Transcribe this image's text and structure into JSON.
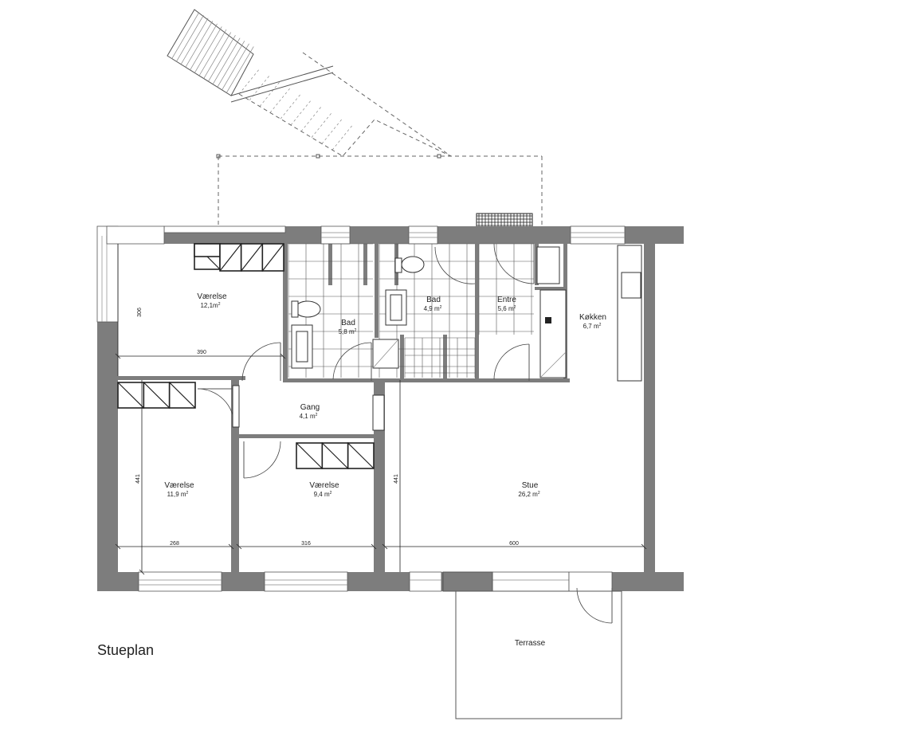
{
  "title": "Stueplan",
  "rooms": [
    {
      "name": "Værelse",
      "area": "12,1m",
      "sup": "2"
    },
    {
      "name": "Bad",
      "area": "5,8 m",
      "sup": "2"
    },
    {
      "name": "Bad",
      "area": "4,9 m",
      "sup": "2"
    },
    {
      "name": "Entre",
      "area": "5,6 m",
      "sup": "2"
    },
    {
      "name": "Køkken",
      "area": "6,7 m",
      "sup": "2"
    },
    {
      "name": "Gang",
      "area": "4,1 m",
      "sup": "2"
    },
    {
      "name": "Værelse",
      "area": "11,9 m",
      "sup": "2"
    },
    {
      "name": "Værelse",
      "area": "9,4 m",
      "sup": "2"
    },
    {
      "name": "Stue",
      "area": "26,2 m",
      "sup": "2"
    },
    {
      "name": "Terrasse",
      "area": "",
      "sup": ""
    }
  ],
  "dimensions": {
    "top_room_height": "306",
    "top_room_width": "390",
    "lower_height_left": "441",
    "lower_height_right": "441",
    "width_left": "268",
    "width_mid": "316",
    "width_stue": "600"
  },
  "colors": {
    "wall": "#7d7d7d",
    "line": "#444444",
    "background": "#ffffff"
  }
}
